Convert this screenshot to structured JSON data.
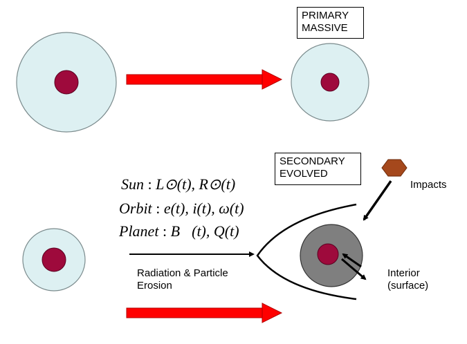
{
  "boxes": {
    "primary": [
      "PRIMARY",
      "MASSIVE"
    ],
    "secondary": [
      "SECONDARY",
      "EVOLVED"
    ]
  },
  "labels": {
    "impacts": "Impacts",
    "erosion": [
      "Radiation & Particle",
      "Erosion"
    ],
    "interior": [
      "Interior",
      "(surface)"
    ]
  },
  "equations": {
    "sun": {
      "name": "Sun",
      "terms": "L⊙(t), R⊙(t)"
    },
    "orbit": {
      "name": "Orbit",
      "terms": "e(t), i(t), ω(t)"
    },
    "planet": {
      "name": "Planet",
      "terms": "B⃗(t), Q(t)"
    }
  },
  "colors": {
    "envelope": "#ddf0f2",
    "core": "#9e0a3c",
    "evolved_envelope": "#7f7f7f",
    "arrow_red": "#ff0000",
    "impactor": "#a5481c"
  }
}
